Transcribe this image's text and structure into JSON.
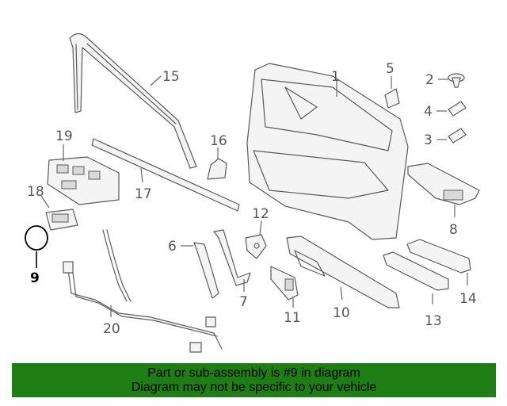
{
  "callouts": {
    "c1": "1",
    "c2": "2",
    "c3": "3",
    "c4": "4",
    "c5": "5",
    "c6": "6",
    "c7": "7",
    "c8": "8",
    "c9": "9",
    "c10": "10",
    "c11": "11",
    "c12": "12",
    "c13": "13",
    "c14": "14",
    "c15": "15",
    "c16": "16",
    "c17": "17",
    "c18": "18",
    "c19": "19",
    "c20": "20"
  },
  "highlighted_part": "9",
  "banner": {
    "line1": "Part or sub-assembly is #9 in diagram",
    "line2": "Diagram may not be specific to your vehicle",
    "background_color": "#1e7d14"
  }
}
